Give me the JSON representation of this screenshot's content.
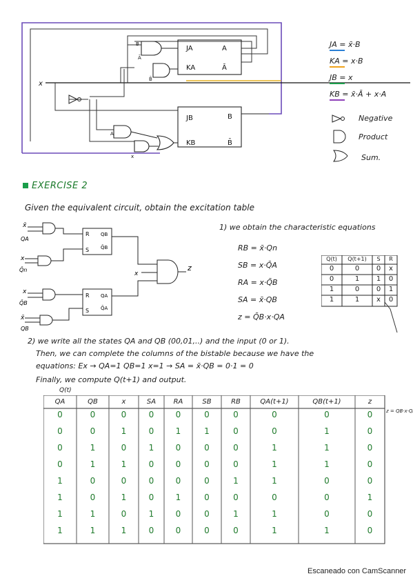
{
  "top_circuit": {
    "labels": {
      "x": "x",
      "ja": "JA",
      "ka": "KA",
      "a": "A",
      "abar": "Ā",
      "jb": "JB",
      "kb": "KB",
      "b": "B",
      "bbar": "B̄",
      "gate_b1": "B",
      "gate_b2": "B̄",
      "gate_a1": "A",
      "gate_a2": "Ā",
      "gate_x": "x"
    },
    "equations": [
      "JA = x̄·B",
      "KA = x·B",
      "JB = x",
      "KB = x̄·Ā + x·A"
    ],
    "legend": [
      {
        "symbol": "not-gate",
        "label": "Negative"
      },
      {
        "symbol": "and-gate",
        "label": "Product"
      },
      {
        "symbol": "or-gate",
        "label": "Sum."
      }
    ],
    "colors": {
      "ja": "#2a7fd4",
      "ka": "#f0a21a",
      "jb": "#1a9e4a",
      "kb": "#8e3fb8",
      "wire": "#6a4ab8"
    }
  },
  "exercise": {
    "title": "EXERCISE 2",
    "subtitle": "Given the equivalent circuit, obtain the excitation table"
  },
  "circuit2": {
    "inputs": [
      {
        "a": "x̄",
        "b": "QA"
      },
      {
        "a": "x",
        "b": "Q̄n"
      },
      {
        "a": "x",
        "b": "Q̄B"
      },
      {
        "a": "x̄",
        "b": "QB"
      }
    ],
    "ff_top": {
      "r": "R",
      "s": "S",
      "q": "QB",
      "qbar": "Q̄B"
    },
    "ff_bot": {
      "r": "R",
      "s": "S",
      "q": "QA",
      "qbar": "Q̄A"
    },
    "out_x": "x",
    "out_z": "z"
  },
  "step1": {
    "title": "1) we obtain the characteristic equations",
    "equations": [
      "RB = x̄·Qn",
      "SB = x·Q̄A",
      "RA = x·Q̄B",
      "SA = x̄·QB",
      "z = Q̄B·x·QA"
    ]
  },
  "char_table": {
    "headers": [
      "Q(t)",
      "Q(t+1)",
      "S",
      "R"
    ],
    "rows": [
      [
        "0",
        "0",
        "0",
        "x"
      ],
      [
        "0",
        "1",
        "1",
        "0"
      ],
      [
        "1",
        "0",
        "0",
        "1"
      ],
      [
        "1",
        "1",
        "x",
        "0"
      ]
    ]
  },
  "step2": {
    "lines": [
      "2) we write all the states QA and QB (00,01,..) and the input (0 or 1).",
      "Then, we can complete the columns of the bistable because we have the",
      "equations: Ex → QA=1 QB=1 x=1 → SA = x̄·QB = 0·1 = 0",
      "Finally, we compute Q(t+1) and output."
    ]
  },
  "truth_table": {
    "caption": "Q(t)",
    "note": "z = QB·x·QA",
    "headers": [
      "QA",
      "QB",
      "x",
      "SA",
      "RA",
      "SB",
      "RB",
      "QA(t+1)",
      "QB(t+1)",
      "z"
    ],
    "rows": [
      [
        "0",
        "0",
        "0",
        "0",
        "0",
        "0",
        "0",
        "0",
        "0",
        "0"
      ],
      [
        "0",
        "0",
        "1",
        "0",
        "1",
        "1",
        "0",
        "0",
        "1",
        "0"
      ],
      [
        "0",
        "1",
        "0",
        "1",
        "0",
        "0",
        "0",
        "1",
        "1",
        "0"
      ],
      [
        "0",
        "1",
        "1",
        "0",
        "0",
        "0",
        "0",
        "1",
        "1",
        "0"
      ],
      [
        "1",
        "0",
        "0",
        "0",
        "0",
        "0",
        "1",
        "1",
        "0",
        "0"
      ],
      [
        "1",
        "0",
        "1",
        "0",
        "1",
        "0",
        "0",
        "0",
        "0",
        "1"
      ],
      [
        "1",
        "1",
        "0",
        "1",
        "0",
        "0",
        "1",
        "1",
        "0",
        "0"
      ],
      [
        "1",
        "1",
        "1",
        "0",
        "0",
        "0",
        "0",
        "1",
        "1",
        "0"
      ]
    ]
  },
  "footer": "Escaneado con CamScanner"
}
